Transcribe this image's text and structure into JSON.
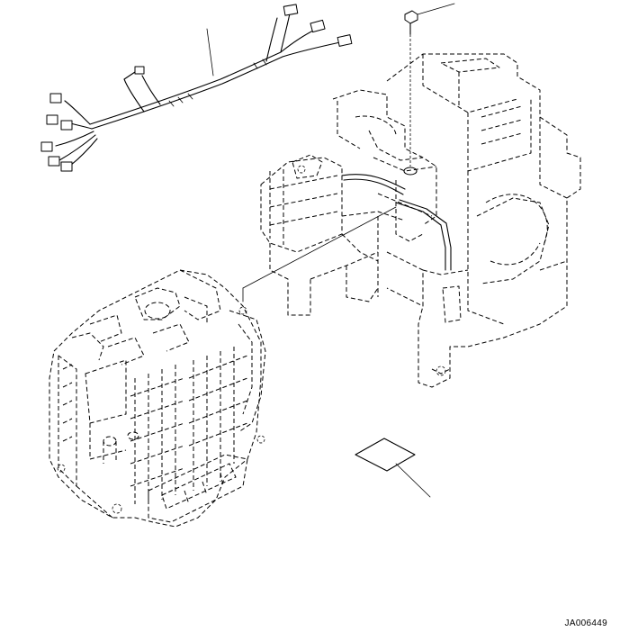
{
  "drawing": {
    "reference_code": "JA006449"
  },
  "parts": [
    {
      "name": "wiring-harness"
    },
    {
      "name": "mounting-bolt"
    },
    {
      "name": "air-conditioner-unit-housing"
    },
    {
      "name": "heater-core-unit"
    },
    {
      "name": "label-sheet"
    }
  ]
}
